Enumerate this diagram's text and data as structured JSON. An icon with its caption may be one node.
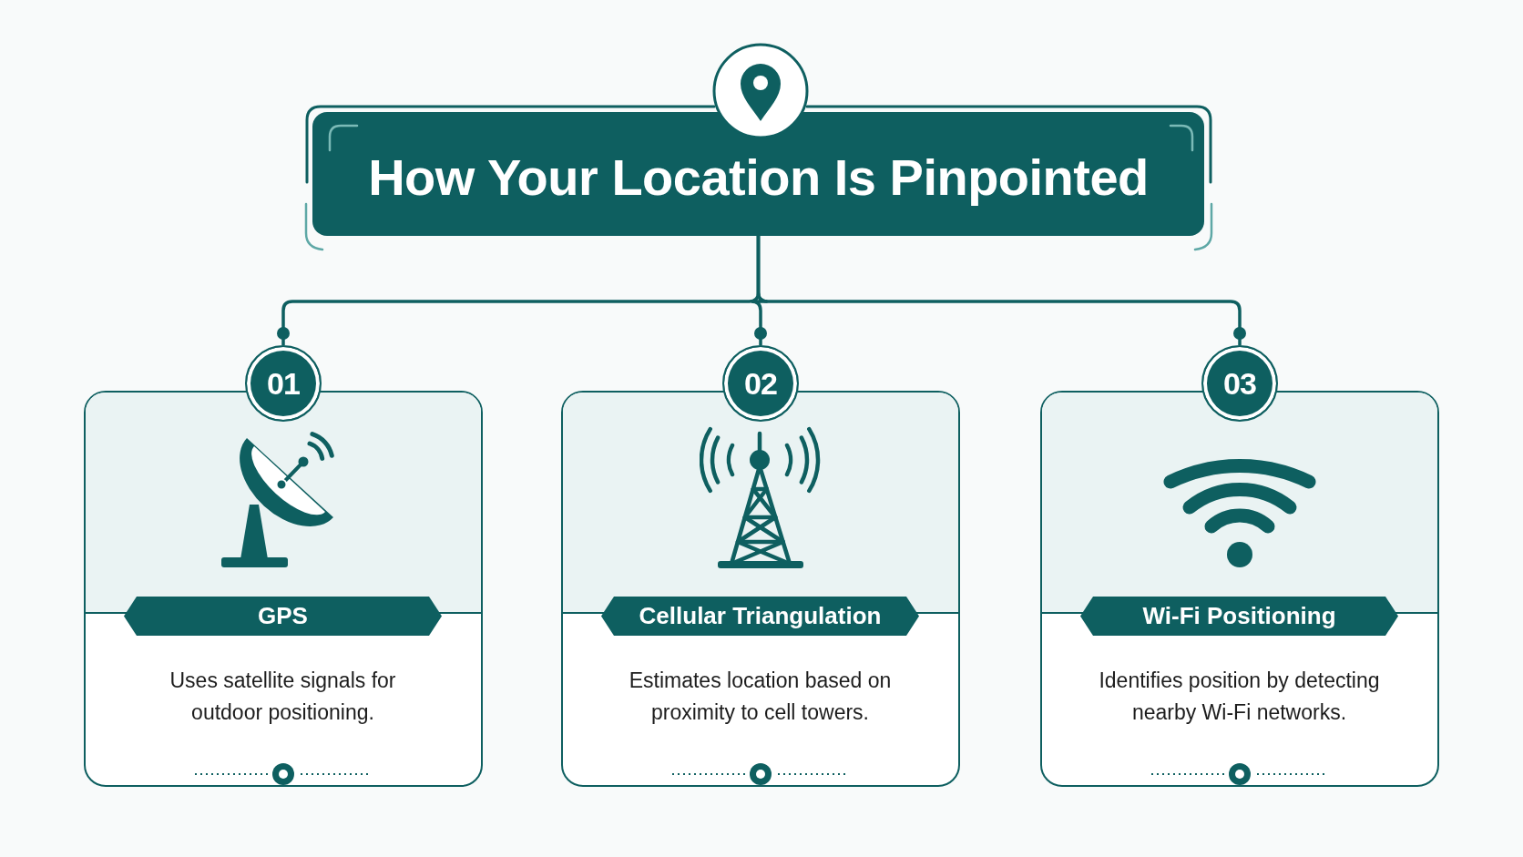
{
  "diagram": {
    "nodes": [
      {
        "text": [
          "How Your Location Is Pinpointed"
        ]
      },
      {
        "text": [
          "01"
        ]
      },
      {
        "text": [
          "GPS",
          "Uses satellite signals for outdoor positioning."
        ]
      },
      {
        "text": [
          "02"
        ]
      },
      {
        "text": [
          "Cellular Triangulation",
          "Estimates location based on proximity to cell towers."
        ]
      },
      {
        "text": [
          "03"
        ]
      },
      {
        "text": [
          "Wi-Fi Positioning",
          "Identifies position by detecting nearby Wi-Fi networks."
        ]
      }
    ],
    "edges": [
      {
        "from": 0,
        "to": 1,
        "arrow": "other"
      },
      {
        "from": 0,
        "to": 3,
        "arrow": "other"
      },
      {
        "from": 0,
        "to": 5,
        "arrow": "other"
      }
    ]
  }
}
